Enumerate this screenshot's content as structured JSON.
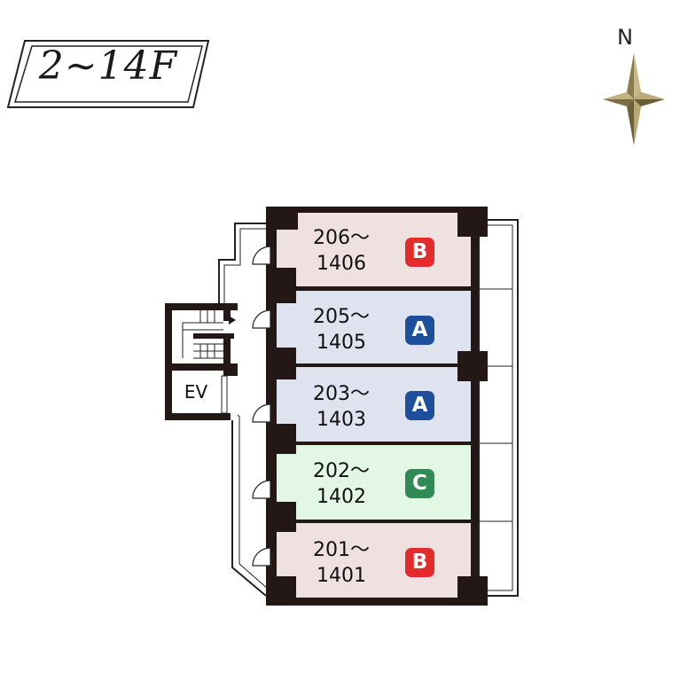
{
  "floor_label": "2~14F",
  "compass_label": "N",
  "elevator_label": "EV",
  "units": [
    {
      "line1": "206～",
      "line2": "1406",
      "type": "B"
    },
    {
      "line1": "205～",
      "line2": "1405",
      "type": "A"
    },
    {
      "line1": "203～",
      "line2": "1403",
      "type": "A"
    },
    {
      "line1": "202～",
      "line2": "1402",
      "type": "C"
    },
    {
      "line1": "201～",
      "line2": "1401",
      "type": "B"
    }
  ],
  "colors": {
    "type_A_fill": "#dfe3ef",
    "type_B_fill": "#efe1e0",
    "type_C_fill": "#e2f8e4",
    "badge_A": "#1d4f9c",
    "badge_B": "#e32b2b",
    "badge_C": "#2f8a55",
    "wall": "#231815"
  }
}
